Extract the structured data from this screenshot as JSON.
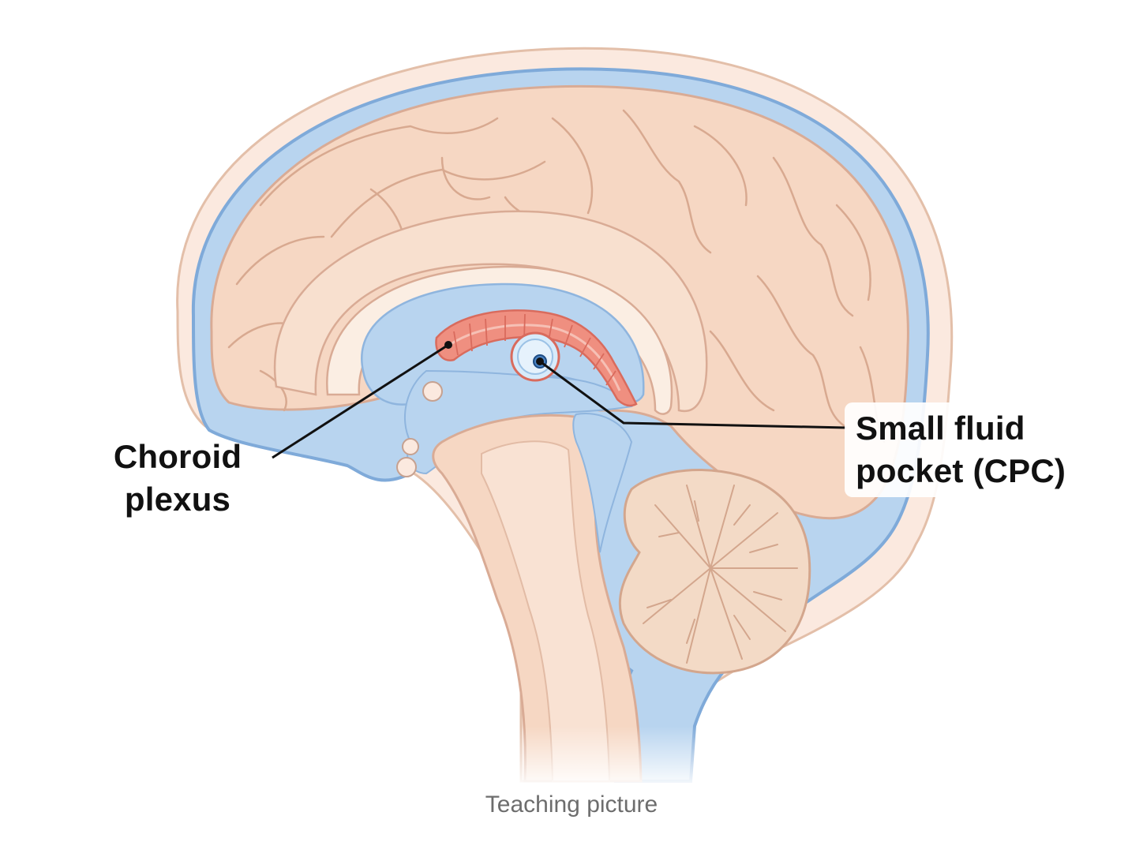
{
  "labels": {
    "choroid_plexus": [
      "Choroid",
      "plexus"
    ],
    "small_fluid_pocket": [
      "Small fluid",
      "pocket (CPC)"
    ]
  },
  "caption": "Teaching picture",
  "colors": {
    "brain_tissue": "#f6d7c3",
    "brain_outline": "#d9ab95",
    "csf_blue": "#b8d4ef",
    "csf_outline": "#7faad9",
    "choroid_plexus": "#ef8f80",
    "pocket_fill": "#d7ebfb",
    "leader_line": "#111111"
  },
  "structures": [
    "cerebrum-icon",
    "corpus-callosum-icon",
    "lateral-ventricle-icon",
    "choroid-plexus-icon",
    "fluid-pocket-icon",
    "brainstem-icon",
    "cerebellum-icon",
    "spinal-cord-icon"
  ]
}
